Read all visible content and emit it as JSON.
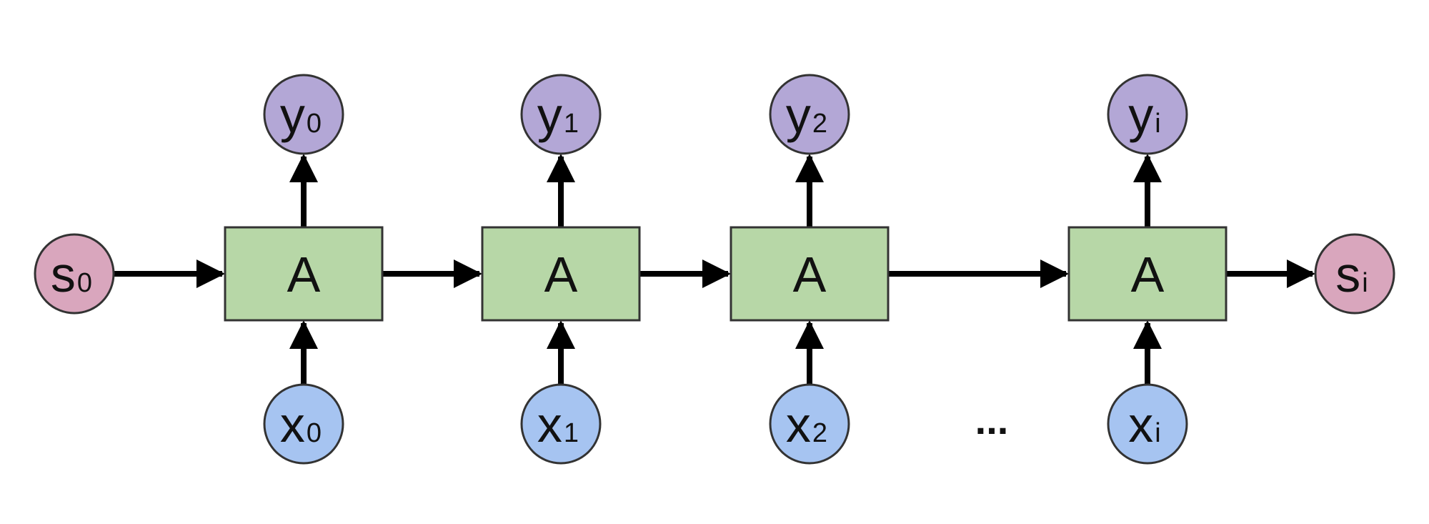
{
  "colors": {
    "state": "#d9a6bd",
    "output": "#b3a7d6",
    "input": "#a6c4f1",
    "cell": "#b7d7a7",
    "stroke": "#333333",
    "arrow": "#000000"
  },
  "initial_state": {
    "main": "s",
    "sub": "0"
  },
  "final_state": {
    "main": "s",
    "sub": "i"
  },
  "ellipsis": "...",
  "cells": [
    {
      "label": "A",
      "input": {
        "main": "x",
        "sub": "0"
      },
      "output": {
        "main": "y",
        "sub": "0"
      }
    },
    {
      "label": "A",
      "input": {
        "main": "x",
        "sub": "1"
      },
      "output": {
        "main": "y",
        "sub": "1"
      }
    },
    {
      "label": "A",
      "input": {
        "main": "x",
        "sub": "2"
      },
      "output": {
        "main": "y",
        "sub": "2"
      }
    },
    {
      "label": "A",
      "input": {
        "main": "x",
        "sub": "i"
      },
      "output": {
        "main": "y",
        "sub": "i"
      }
    }
  ]
}
